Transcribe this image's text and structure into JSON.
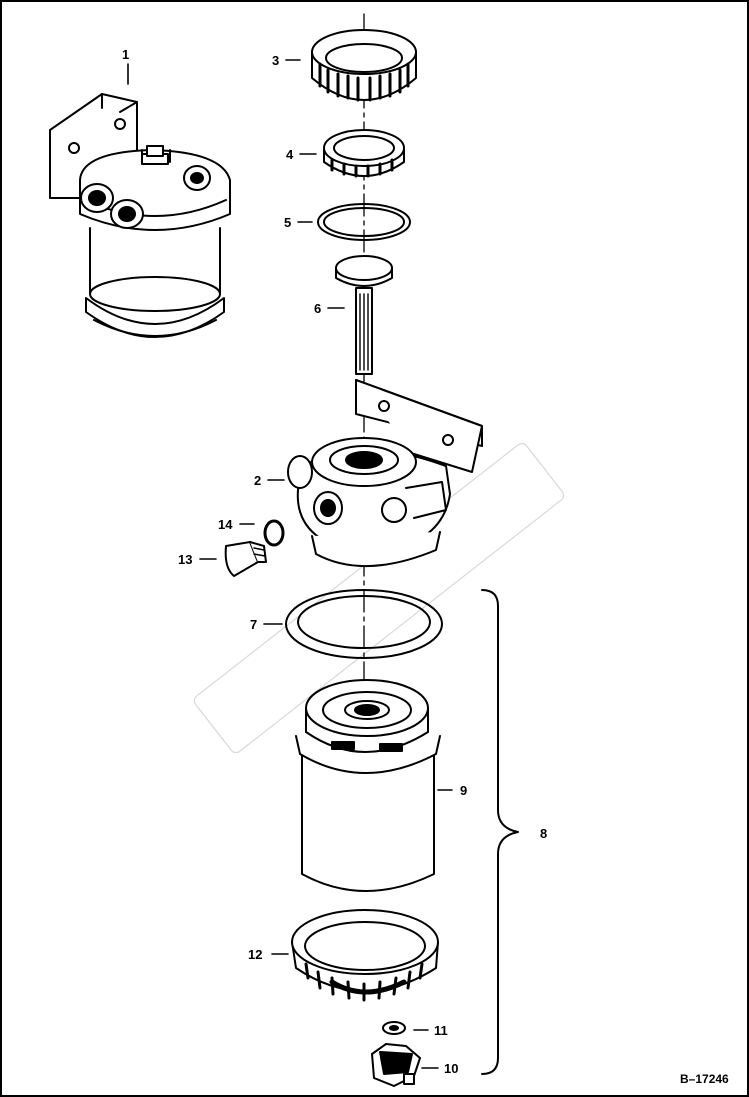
{
  "diagram": {
    "reference_code": "B–17246",
    "callouts": [
      {
        "id": "p1",
        "text": "1"
      },
      {
        "id": "p2",
        "text": "2"
      },
      {
        "id": "p3",
        "text": "3"
      },
      {
        "id": "p4",
        "text": "4"
      },
      {
        "id": "p5",
        "text": "5"
      },
      {
        "id": "p6",
        "text": "6"
      },
      {
        "id": "p7",
        "text": "7"
      },
      {
        "id": "p8",
        "text": "8"
      },
      {
        "id": "p9",
        "text": "9"
      },
      {
        "id": "p10",
        "text": "10"
      },
      {
        "id": "p11",
        "text": "11"
      },
      {
        "id": "p12",
        "text": "12"
      },
      {
        "id": "p13",
        "text": "13"
      },
      {
        "id": "p14",
        "text": "14"
      }
    ],
    "colors": {
      "ink": "#000000",
      "paper": "#ffffff",
      "watermark": "#cfcfcf"
    }
  }
}
